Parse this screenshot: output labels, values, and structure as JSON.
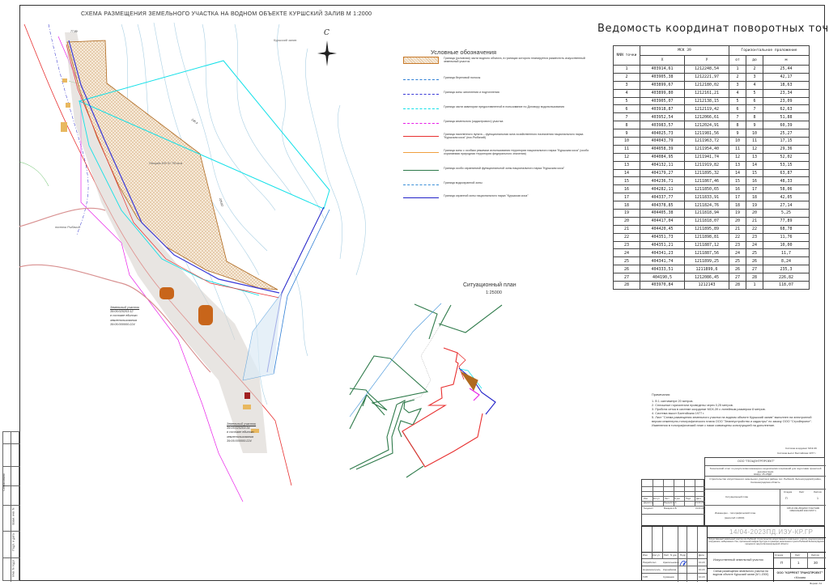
{
  "main_title": "СХЕМА РАЗМЕЩЕНИЯ ЗЕМЕЛЬНОГО УЧАСТКА НА ВОДНОМ ОБЪЕКТЕ КУРШСКИЙ ЗАЛИВ М 1:2000",
  "map": {
    "north_label": "С",
    "water_label": "Куршский залив",
    "settlement_label": "поселок Рыбачий",
    "area_label": "Площадь ИЗУ 61 750 кв.м",
    "parcel1": [
      "Земельный участок",
      "39:05:020203:12",
      "в составе единого",
      "землепользования",
      "39:05:000000:224"
    ],
    "parcel2": [
      "Земельный участок",
      "39:05:020203:34",
      "в составе единого",
      "землепользования",
      "39:05:000000:224"
    ],
    "dims": [
      "77,89",
      "68,78",
      "235,3",
      "226,82",
      "118,07"
    ]
  },
  "situation_plan": {
    "title": "Ситуационный план",
    "scale": "1:25000"
  },
  "legend": {
    "title": "Условные обозначения",
    "items": [
      {
        "text": "Граница (условная) части водного объекта, в границах которого планируется разместить искусственный земельный участок",
        "color": "#c87a2a",
        "style": "hatch"
      },
      {
        "text": "Граница береговой полосы",
        "color": "#2f7fd6",
        "style": "dashdot"
      },
      {
        "text": "Граница зоны затопления и подтопления",
        "color": "#3a3ad8",
        "style": "dashdot"
      },
      {
        "text": "Граница части акватории предоставленной в пользование по Договору водопользования",
        "color": "#12e0e8",
        "style": "dashdot"
      },
      {
        "text": "Граница земельного (кадастрового) участка",
        "color": "#e81ee8",
        "style": "dashdot"
      },
      {
        "text": "Граница населенного пункта – функциональная зона хозяйственного назначения национального парка \"Куршская коса\" (пос.Рыбачий)",
        "color": "#e83030",
        "style": "solid"
      },
      {
        "text": "Граница зоны с особым режимом использования территории национального парка \"Куршская коса\" (особо охраняемая природная территория федерального значения)",
        "color": "#f0a040",
        "style": "solid"
      },
      {
        "text": "Граница особо охраняемой функциональной зоны национального парка \"Куршская коса\"",
        "color": "#2e7a4a",
        "style": "solid"
      },
      {
        "text": "Граница водоохранной зоны",
        "color": "#3a8fd8",
        "style": "dashed"
      },
      {
        "text": "Граница охранной зоны национального парка \"Куршская коса\"",
        "color": "#2020c8",
        "style": "solid"
      }
    ]
  },
  "table": {
    "title": "Ведомость координат поворотных точек ИЗУ",
    "headers": {
      "num": "NNN точки",
      "system": "МСК 39",
      "x": "X",
      "y": "У",
      "horizontal": "Горизонтальное проложение",
      "from": "от",
      "to": "до",
      "m": "м"
    },
    "rows": [
      [
        "1",
        "403914,61",
        "1212248,54",
        "1",
        "2",
        "25,44"
      ],
      [
        "2",
        "403905,38",
        "1212221,97",
        "2",
        "3",
        "42,17"
      ],
      [
        "3",
        "403899,67",
        "1212180,02",
        "3",
        "4",
        "18,63"
      ],
      [
        "4",
        "403899,80",
        "1212161,21",
        "4",
        "5",
        "23,34"
      ],
      [
        "5",
        "403905,07",
        "1212138,15",
        "5",
        "6",
        "23,09"
      ],
      [
        "6",
        "403918,87",
        "1212119,42",
        "6",
        "7",
        "62,63"
      ],
      [
        "7",
        "403952,54",
        "1212066,61",
        "7",
        "8",
        "51,88"
      ],
      [
        "8",
        "403983,57",
        "1212024,91",
        "8",
        "9",
        "60,39"
      ],
      [
        "9",
        "404025,73",
        "1211981,56",
        "9",
        "10",
        "25,27"
      ],
      [
        "10",
        "404043,79",
        "1211963,72",
        "10",
        "11",
        "17,15"
      ],
      [
        "11",
        "404058,39",
        "1211954,40",
        "11",
        "12",
        "29,36"
      ],
      [
        "12",
        "404084,95",
        "1211941,74",
        "12",
        "13",
        "52,02"
      ],
      [
        "13",
        "404132,11",
        "1211919,82",
        "13",
        "14",
        "53,15"
      ],
      [
        "14",
        "404179,27",
        "1211895,32",
        "14",
        "15",
        "63,87"
      ],
      [
        "15",
        "404236,71",
        "1211867,46",
        "15",
        "16",
        "48,33"
      ],
      [
        "16",
        "404282,11",
        "1211850,65",
        "16",
        "17",
        "58,06"
      ],
      [
        "17",
        "404337,77",
        "1211833,91",
        "17",
        "18",
        "42,05"
      ],
      [
        "18",
        "404378,85",
        "1211824,76",
        "18",
        "19",
        "27,14"
      ],
      [
        "19",
        "404405,38",
        "1211818,94",
        "19",
        "20",
        "5,25"
      ],
      [
        "20",
        "404417,04",
        "1211818,07",
        "20",
        "21",
        "77,89"
      ],
      [
        "21",
        "404420,45",
        "1211895,89",
        "21",
        "22",
        "68,78"
      ],
      [
        "22",
        "404351,73",
        "1211898,81",
        "22",
        "23",
        "11,76"
      ],
      [
        "23",
        "404351,21",
        "1211887,12",
        "23",
        "24",
        "10,00"
      ],
      [
        "24",
        "404341,23",
        "1211887,56",
        "24",
        "25",
        "11,7"
      ],
      [
        "25",
        "404341,74",
        "1211899,25",
        "25",
        "26",
        "8,24"
      ],
      [
        "26",
        "404333,51",
        "1211899,6",
        "26",
        "27",
        "235,3"
      ],
      [
        "27",
        "404190,5",
        "1212086,45",
        "27",
        "28",
        "226,82"
      ],
      [
        "28",
        "403970,84",
        "1212143",
        "28",
        "1",
        "118,07"
      ]
    ]
  },
  "notes": {
    "title": "Примечания:",
    "items": [
      "1. В 1 сантиметре 20 метров.",
      "2. Сплошные горизонтали проведены через 0,25 метров.",
      "3. Пробита сетка в системе координат МСК-39 с линейным размером 8 метров.",
      "4. Система высот Балтийская 1977 г.",
      "5. Лист \"Схема размещения земельного участка на водном объекте Куршский залив\" выполнен на электронной версии инженерно-топографического плана ООО \"Землеустройство и кадастры\" по заказу ООО \"Стройпроект\". Изменения в топографический план с нами совмещены конструкцией на дополнение."
    ],
    "coord_system": "Система координат МСК-39",
    "height_system": "Система высот Балтийская 1977 г."
  },
  "upper_stamp": {
    "org": "ООО \"ГЕОЦЕНТРПРОЕКТ\"",
    "report": "Технический отчет по результатам инженерно-геодезических изысканий для подготовки проектной документации",
    "code": "Шифр: 25-ИГДИ",
    "object": "Строительство искусственного земельного участка в районе пос. Рыбачий, Зеленоградский район, Калининградская область",
    "cols": [
      "Изм.",
      "Кол.уч",
      "Лист",
      "N док.",
      "Подп.",
      "Дата"
    ],
    "rows": [
      [
        "Директор",
        "Федоров С.К.",
        "31.03.23"
      ],
      [
        "Геодезист",
        "Макаров А.В.",
        "31.03.23"
      ]
    ],
    "stage_h": [
      "Стадия",
      "Лист",
      "Листов"
    ],
    "stage_v": [
      "П",
      "",
      "1"
    ],
    "plan_label": "Ситуационный план",
    "topo": "Инженерно - топографический план",
    "topo_scale": "(масштаб 1:2000)",
    "license": "СРО-И-034-25012010 УЧАСТНИК ИЗЫСКАНИЙ 2023 ЛИСТ 1"
  },
  "stamp": {
    "doc_code": "14/04-2023ПД.ИЗУ-КР.ГР",
    "project": "Искусственный земельный участок пос.Рыбачий. Строительство искусственного земельного участка, водопропускного сооружения, набережных стен, причальной инфраструктуры в границах населенного пункта Рыбачий Зеленоградского городского округа Калининградской области",
    "cols": [
      "Изм.",
      "Кол.уч",
      "Лист",
      "N док.",
      "Подп.",
      "Дата"
    ],
    "rows": [
      {
        "role": "Разработал",
        "name": "Красильников",
        "date": "10.23"
      },
      {
        "role": "Нормоконтроль",
        "name": "Корнейкова",
        "date": "10.23"
      },
      {
        "role": "ГИП",
        "name": "Сукманов",
        "date": "10.23"
      }
    ],
    "object_name": "Искусственный земельный участок",
    "stage_h": [
      "Стадия",
      "Лист",
      "Листов"
    ],
    "stage_v": [
      "П",
      "1",
      "30"
    ],
    "sheet_name": "Схема размещения земельного участка на водном объекте Куршский залив (М 1:2000)",
    "company": "ООО \"КОРРЕКТ ТРАНСПРОЕКТ\"",
    "city": "г.Москва",
    "format": "Формат А1"
  },
  "margin": {
    "agreed": "Согласовано",
    "replaced": "Взам. инв. N",
    "signed": "Подп. и дата",
    "inv": "Инв. N подл."
  }
}
